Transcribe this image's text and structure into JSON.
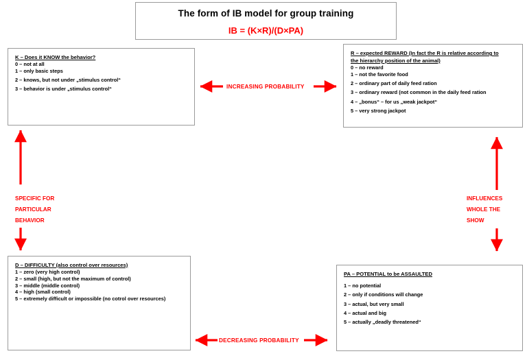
{
  "title_box": {
    "title": "The form of IB model for group training",
    "formula": "IB = (K×R)/(D×PA)",
    "formula_color": "#ff0000"
  },
  "arrow_color": "#ff0000",
  "boxes": {
    "knowledge": {
      "heading": "K – Does it KNOW the behavior?",
      "items": [
        "0 – not at all",
        "1 – only basic steps",
        "2 – knows, but not under „stimulus control“",
        "3 – behavior is under „stimulus control“"
      ]
    },
    "reward": {
      "heading": "R – expected REWARD  (In fact the R is relative according to",
      "heading2": "the hierarchy position of the animal)",
      "items": [
        "0 – no reward",
        "1 – not the favorite food",
        "2 – ordinary part of daily feed ration",
        "3 – ordinary reward (not common in the daily feed ration",
        "4 – „bonus“ – for us „weak jackpot“",
        "5 – very strong jackpot"
      ]
    },
    "difficulty": {
      "heading": "D – DIFFICULTY (also control over resources)",
      "items": [
        "1 – zero (very high control)",
        "2 – small (high, but not the maximum of control)",
        "3 – middle (middle control)",
        "4 – high (small control)",
        "5 – extremely difficult or impossible (no cotrol over resources)"
      ]
    },
    "potential_assault": {
      "heading": "PA – POTENTIAL to be ASSAULTED",
      "items": [
        "1 – no potential",
        "2 – only if conditions will change",
        "3 – actual, but very small",
        "4 – actual and big",
        "5 – actually „deadly threatened“"
      ]
    }
  },
  "labels": {
    "increasing": "INCREASING PROBABILITY",
    "decreasing": "DECREASING PROBABILITY",
    "specific_line1": "SPECIFIC FOR",
    "specific_line2": "PARTICULAR",
    "specific_line3": "BEHAVIOR",
    "influences_line1": "INFLUENCES",
    "influences_line2": "WHOLE THE",
    "influences_line3": "SHOW"
  }
}
